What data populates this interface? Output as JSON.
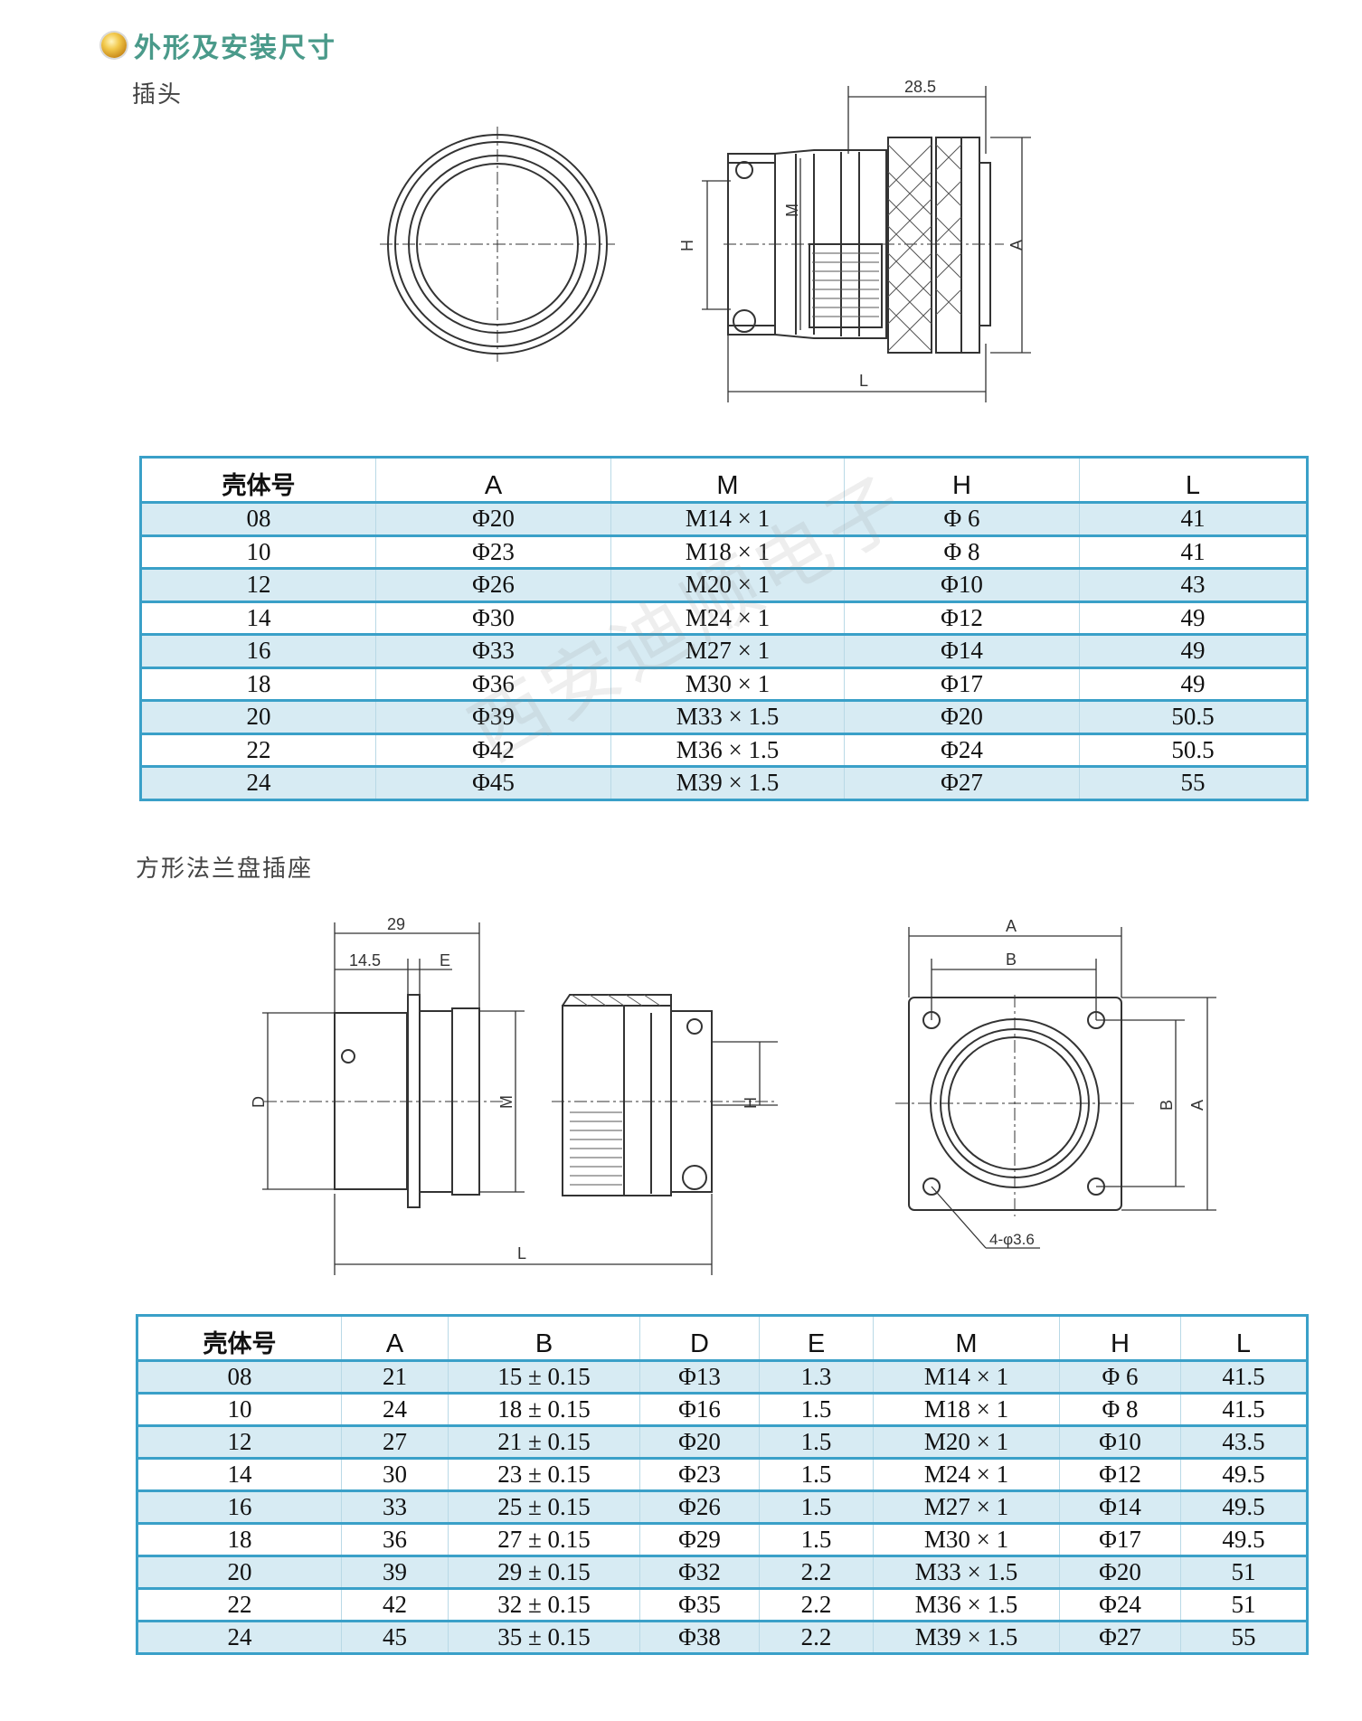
{
  "section_title": "外形及安装尺寸",
  "plug": {
    "subtitle": "插头",
    "dims": {
      "length_28_5": "28.5",
      "L": "L",
      "H": "H",
      "M": "M",
      "A": "A"
    },
    "table": {
      "headers": [
        "壳体号",
        "A",
        "M",
        "H",
        "L"
      ],
      "rows": [
        [
          "08",
          "Φ20",
          "M14 × 1",
          "Φ 6",
          "41"
        ],
        [
          "10",
          "Φ23",
          "M18 × 1",
          "Φ 8",
          "41"
        ],
        [
          "12",
          "Φ26",
          "M20 × 1",
          "Φ10",
          "43"
        ],
        [
          "14",
          "Φ30",
          "M24 × 1",
          "Φ12",
          "49"
        ],
        [
          "16",
          "Φ33",
          "M27 × 1",
          "Φ14",
          "49"
        ],
        [
          "18",
          "Φ36",
          "M30 × 1",
          "Φ17",
          "49"
        ],
        [
          "20",
          "Φ39",
          "M33 × 1.5",
          "Φ20",
          "50.5"
        ],
        [
          "22",
          "Φ42",
          "M36 × 1.5",
          "Φ24",
          "50.5"
        ],
        [
          "24",
          "Φ45",
          "M39 × 1.5",
          "Φ27",
          "55"
        ]
      ]
    }
  },
  "receptacle": {
    "subtitle": "方形法兰盘插座",
    "dims": {
      "d29": "29",
      "d14_5": "14.5",
      "E": "E",
      "D": "D",
      "M": "M",
      "H": "H",
      "L": "L",
      "A": "A",
      "B": "B",
      "holes": "4-φ3.6"
    },
    "table": {
      "headers": [
        "壳体号",
        "A",
        "B",
        "D",
        "E",
        "M",
        "H",
        "L"
      ],
      "rows": [
        [
          "08",
          "21",
          "15 ± 0.15",
          "Φ13",
          "1.3",
          "M14 × 1",
          "Φ 6",
          "41.5"
        ],
        [
          "10",
          "24",
          "18 ± 0.15",
          "Φ16",
          "1.5",
          "M18 × 1",
          "Φ 8",
          "41.5"
        ],
        [
          "12",
          "27",
          "21 ± 0.15",
          "Φ20",
          "1.5",
          "M20 × 1",
          "Φ10",
          "43.5"
        ],
        [
          "14",
          "30",
          "23 ± 0.15",
          "Φ23",
          "1.5",
          "M24 × 1",
          "Φ12",
          "49.5"
        ],
        [
          "16",
          "33",
          "25 ± 0.15",
          "Φ26",
          "1.5",
          "M27 × 1",
          "Φ14",
          "49.5"
        ],
        [
          "18",
          "36",
          "27 ± 0.15",
          "Φ29",
          "1.5",
          "M30 × 1",
          "Φ17",
          "49.5"
        ],
        [
          "20",
          "39",
          "29 ± 0.15",
          "Φ32",
          "2.2",
          "M33 × 1.5",
          "Φ20",
          "51"
        ],
        [
          "22",
          "42",
          "32 ± 0.15",
          "Φ35",
          "2.2",
          "M36 × 1.5",
          "Φ24",
          "51"
        ],
        [
          "24",
          "45",
          "35 ± 0.15",
          "Φ38",
          "2.2",
          "M39 × 1.5",
          "Φ27",
          "55"
        ]
      ]
    }
  },
  "watermark": "西安迪顺电子"
}
